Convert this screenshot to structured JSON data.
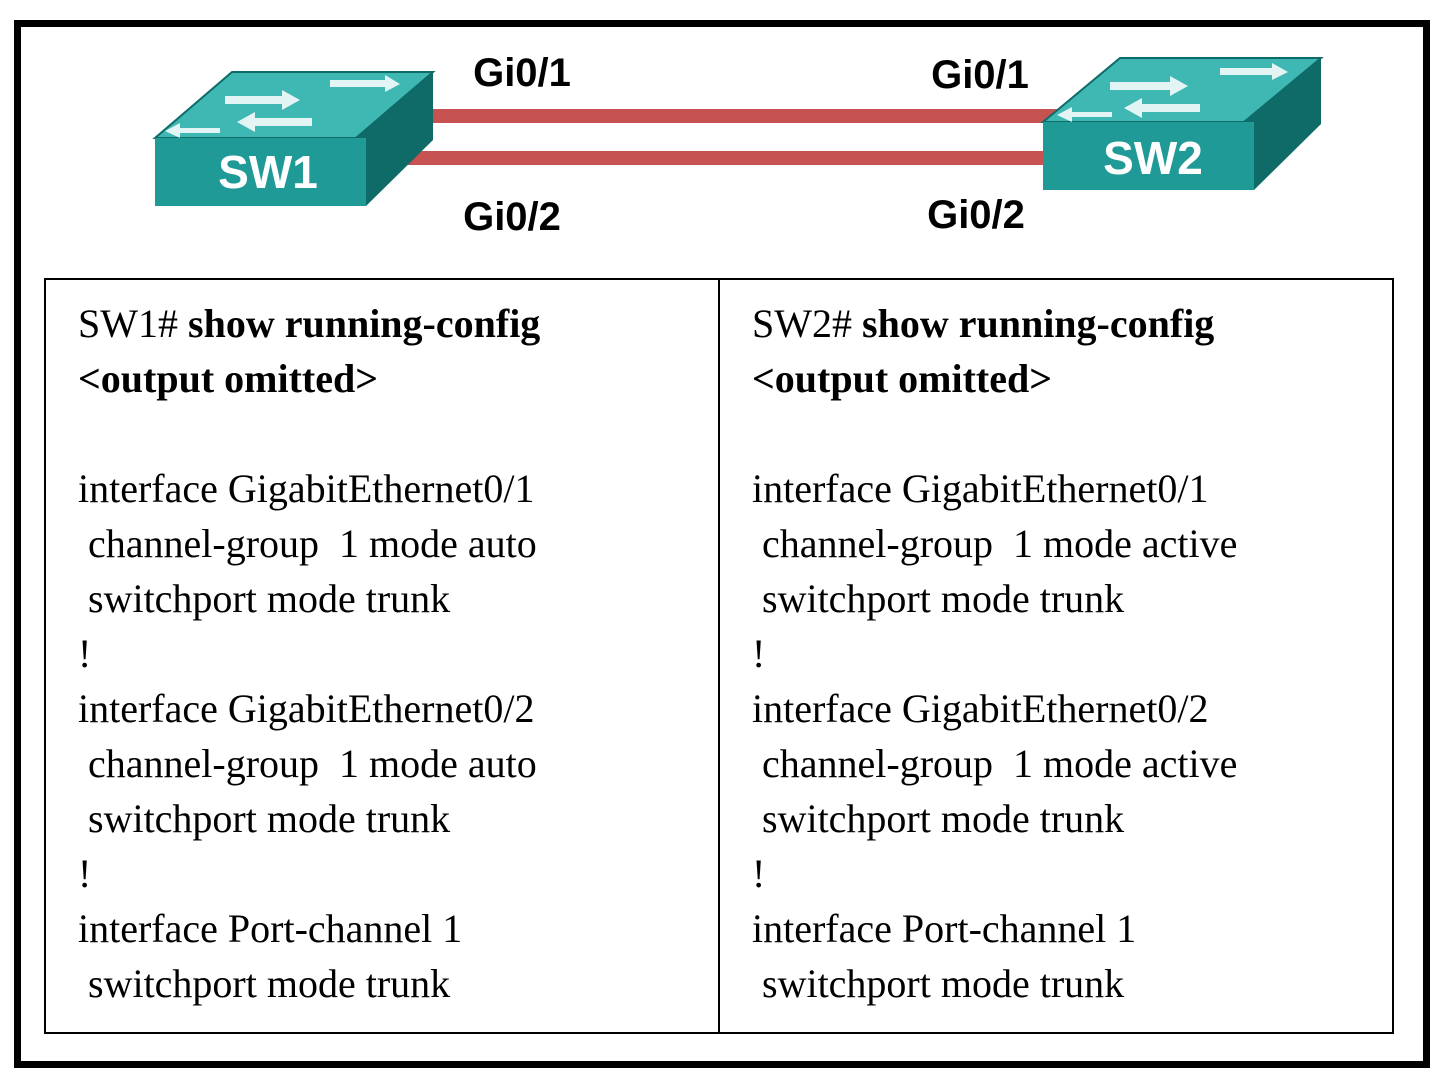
{
  "topology": {
    "switches": [
      {
        "name": "SW1"
      },
      {
        "name": "SW2"
      }
    ],
    "links": [
      {
        "sw1_port": "Gi0/1",
        "sw2_port": "Gi0/1"
      },
      {
        "sw1_port": "Gi0/2",
        "sw2_port": "Gi0/2"
      }
    ],
    "colors": {
      "switch_face": "#1f9a96",
      "switch_top": "#3fb8b4",
      "switch_side": "#0f6b68",
      "link": "#c75252"
    }
  },
  "configs": [
    {
      "prompt": "SW1#",
      "command": "show running-config",
      "omitted": "<output omitted>",
      "lines": [
        "interface GigabitEthernet0/1",
        " channel-group  1 mode auto",
        " switchport mode trunk",
        "!",
        "interface GigabitEthernet0/2",
        " channel-group  1 mode auto",
        " switchport mode trunk",
        "!",
        "interface Port-channel 1",
        " switchport mode trunk"
      ]
    },
    {
      "prompt": "SW2#",
      "command": "show running-config",
      "omitted": "<output omitted>",
      "lines": [
        "interface GigabitEthernet0/1",
        " channel-group  1 mode active",
        " switchport mode trunk",
        "!",
        "interface GigabitEthernet0/2",
        " channel-group  1 mode active",
        " switchport mode trunk",
        "!",
        "interface Port-channel 1",
        " switchport mode trunk"
      ]
    }
  ]
}
